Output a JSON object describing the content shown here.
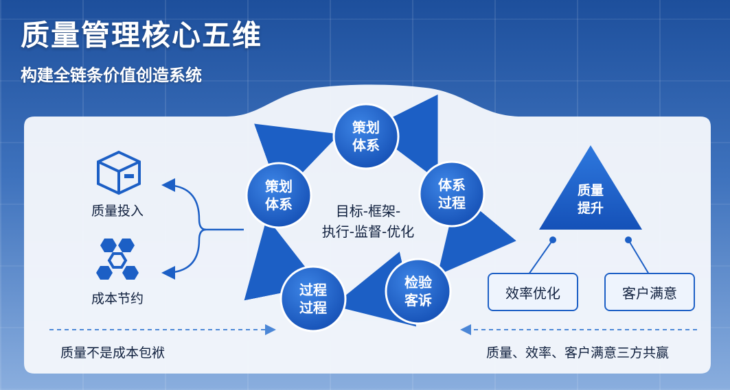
{
  "header": {
    "title": "质量管理核心五维",
    "subtitle": "构建全链条价值创造系统"
  },
  "left": {
    "items": [
      {
        "label": "质量投入",
        "icon": "cube-box-icon"
      },
      {
        "label": "成本节约",
        "icon": "hexagon-network-icon"
      }
    ],
    "footer": "质量不是成本包袱"
  },
  "cycle": {
    "nodes": [
      "策划\n体系",
      "体系\n过程",
      "检验\n客诉",
      "过程\n过程",
      "策划\n体系"
    ],
    "center": "目标-框架-\n执行-监督-优化"
  },
  "right": {
    "triangle": "质量\n提升",
    "boxes": [
      "效率优化",
      "客户满意"
    ],
    "footer": "质量、效率、客户满意三方共赢"
  },
  "colors": {
    "primary": "#1c5fc5",
    "circle": "#1a5fcb",
    "panel": "#f3f6fb"
  }
}
